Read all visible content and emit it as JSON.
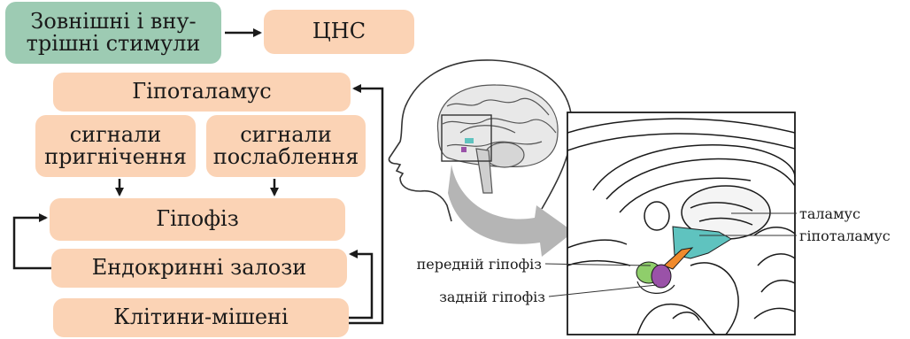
{
  "flow": {
    "stimuli": "Зовнішні і вну-\nтрішні стимули",
    "cns": "ЦНС",
    "hypothalamus": "Гіпоталамус",
    "inhibit_signals": "сигнали\nпригнічення",
    "release_signals": "сигнали\nпослаблення",
    "pituitary": "Гіпофіз",
    "endocrine_glands": "Ендокринні залози",
    "target_cells": "Клітини-мішені"
  },
  "brain_labels": {
    "thalamus": "таламус",
    "hypothalamus": "гіпоталамус",
    "anterior_pituitary": "передній гіпофіз",
    "posterior_pituitary": "задній гіпофіз"
  },
  "colors": {
    "box_fill": "#fbd3b5",
    "stimulus_fill": "#9dcbb3",
    "hypothalamus_region": "#5fc3bf",
    "anterior_pituitary_region": "#8fce6b",
    "posterior_pituitary_region": "#9a52a8",
    "stalk": "#f08a2c",
    "arrow_gray": "#b5b5b5"
  }
}
